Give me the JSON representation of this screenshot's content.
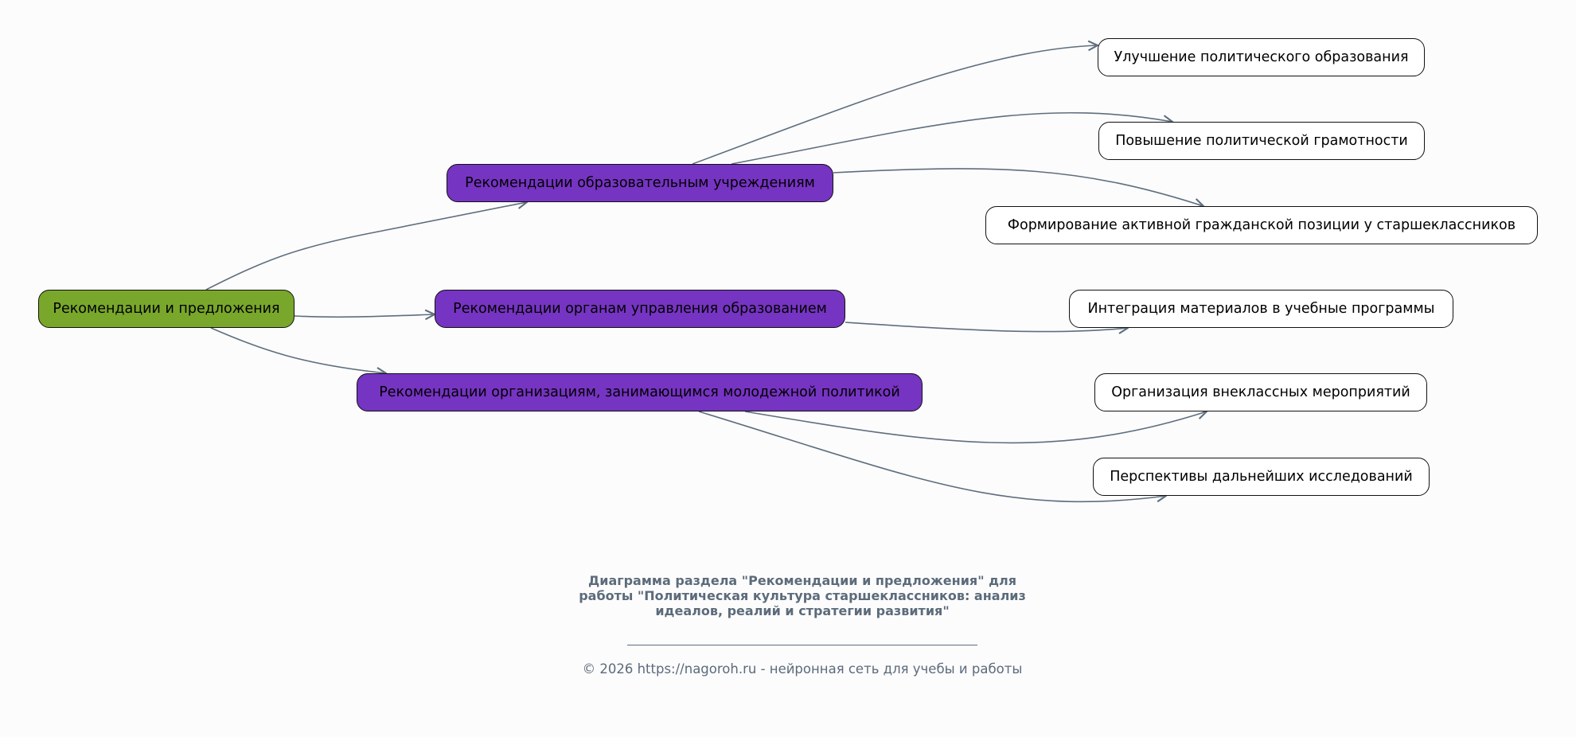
{
  "root": {
    "label": "Рекомендации и предложения",
    "color": "#79a72b"
  },
  "branches": [
    {
      "label": "Рекомендации образовательным учреждениям",
      "color": "#7634c2"
    },
    {
      "label": "Рекомендации органам управления образованием",
      "color": "#7634c2"
    },
    {
      "label": "Рекомендации организациям, занимающимся молодежной политикой",
      "color": "#7634c2"
    }
  ],
  "leaves": [
    {
      "label": "Улучшение политического образования"
    },
    {
      "label": "Повышение политической грамотности"
    },
    {
      "label": "Формирование активной гражданской позиции у старшеклассников"
    },
    {
      "label": "Интеграция материалов в учебные программы"
    },
    {
      "label": "Организация внеклассных мероприятий"
    },
    {
      "label": "Перспективы дальнейших исследований"
    }
  ],
  "caption": {
    "title": "Диаграмма раздела \"Рекомендации и предложения\" для работы \"Политическая культура старшеклассников: анализ идеалов, реалий и стратегии развития\"",
    "footer": "© 2026 https://nagoroh.ru - нейронная сеть для учебы и работы"
  },
  "edge_color": "#5f6e7d"
}
